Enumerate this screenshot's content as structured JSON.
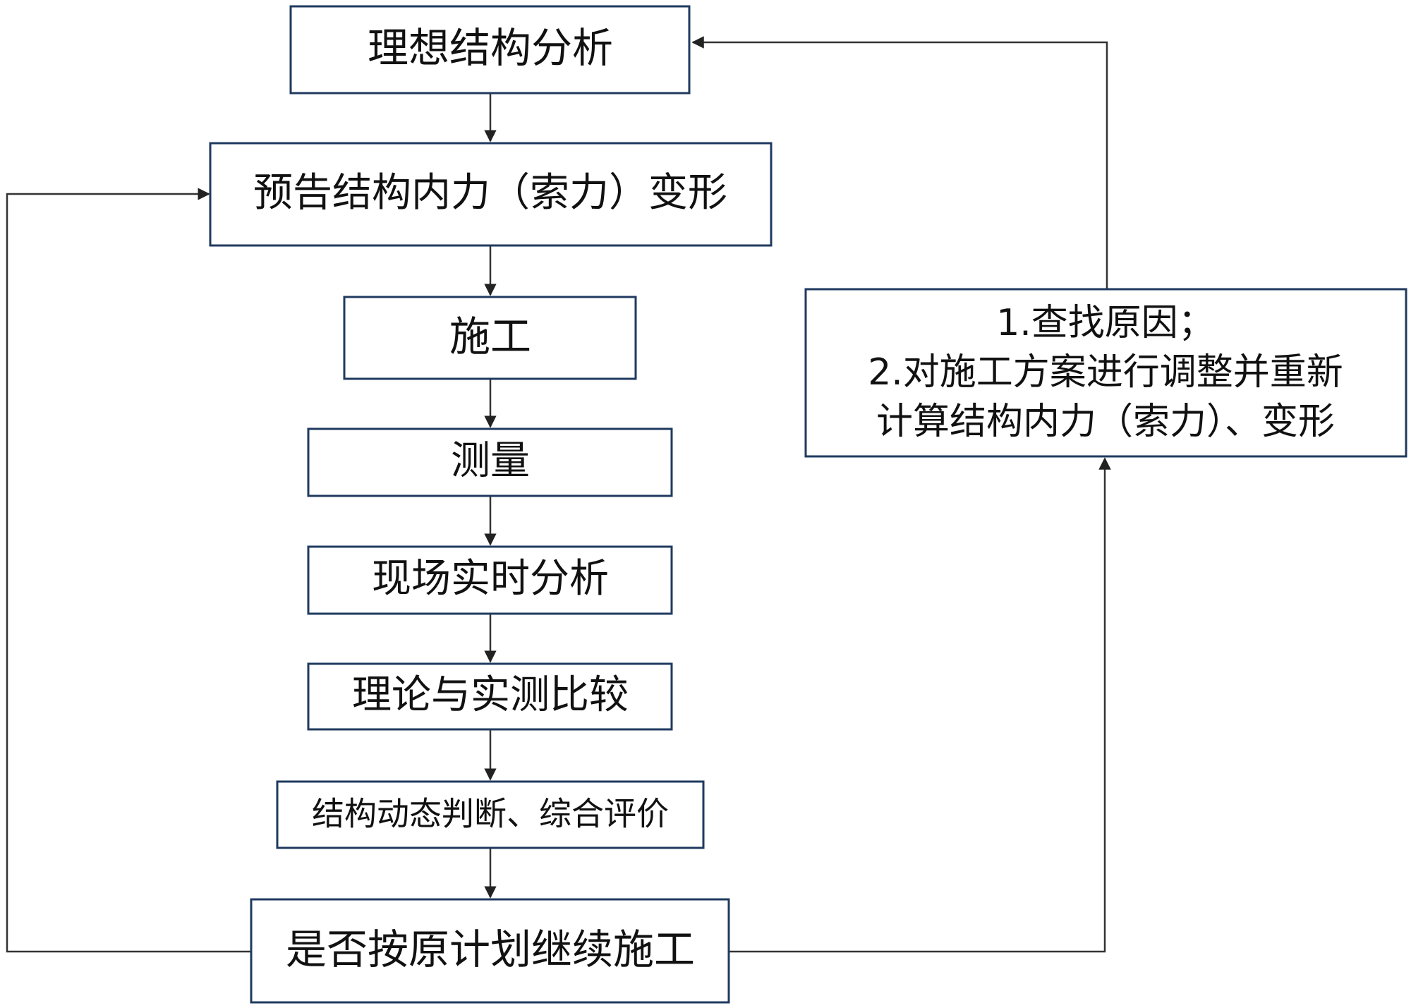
{
  "flowchart": {
    "nodes": [
      {
        "id": "ideal-analysis",
        "label": "理想结构分析"
      },
      {
        "id": "forecast",
        "label": "预告结构内力（索力）变形"
      },
      {
        "id": "construction",
        "label": "施工"
      },
      {
        "id": "measurement",
        "label": "测量"
      },
      {
        "id": "realtime-analysis",
        "label": "现场实时分析"
      },
      {
        "id": "compare",
        "label": "理论与实测比较"
      },
      {
        "id": "judgement",
        "label": "结构动态判断、综合评价"
      },
      {
        "id": "decision",
        "label": "是否按原计划继续施工"
      },
      {
        "id": "adjust",
        "lines": [
          "1.查找原因；",
          "2.对施工方案进行调整并重新",
          "计算结构内力（索力）、变形"
        ]
      }
    ],
    "edges": [
      {
        "from": "ideal-analysis",
        "to": "forecast"
      },
      {
        "from": "forecast",
        "to": "construction"
      },
      {
        "from": "construction",
        "to": "measurement"
      },
      {
        "from": "measurement",
        "to": "realtime-analysis"
      },
      {
        "from": "realtime-analysis",
        "to": "compare"
      },
      {
        "from": "compare",
        "to": "judgement"
      },
      {
        "from": "judgement",
        "to": "decision"
      },
      {
        "from": "decision",
        "to": "forecast",
        "route": "left-loop"
      },
      {
        "from": "decision",
        "to": "adjust",
        "route": "right-up"
      },
      {
        "from": "adjust",
        "to": "ideal-analysis",
        "route": "up-left"
      }
    ]
  }
}
